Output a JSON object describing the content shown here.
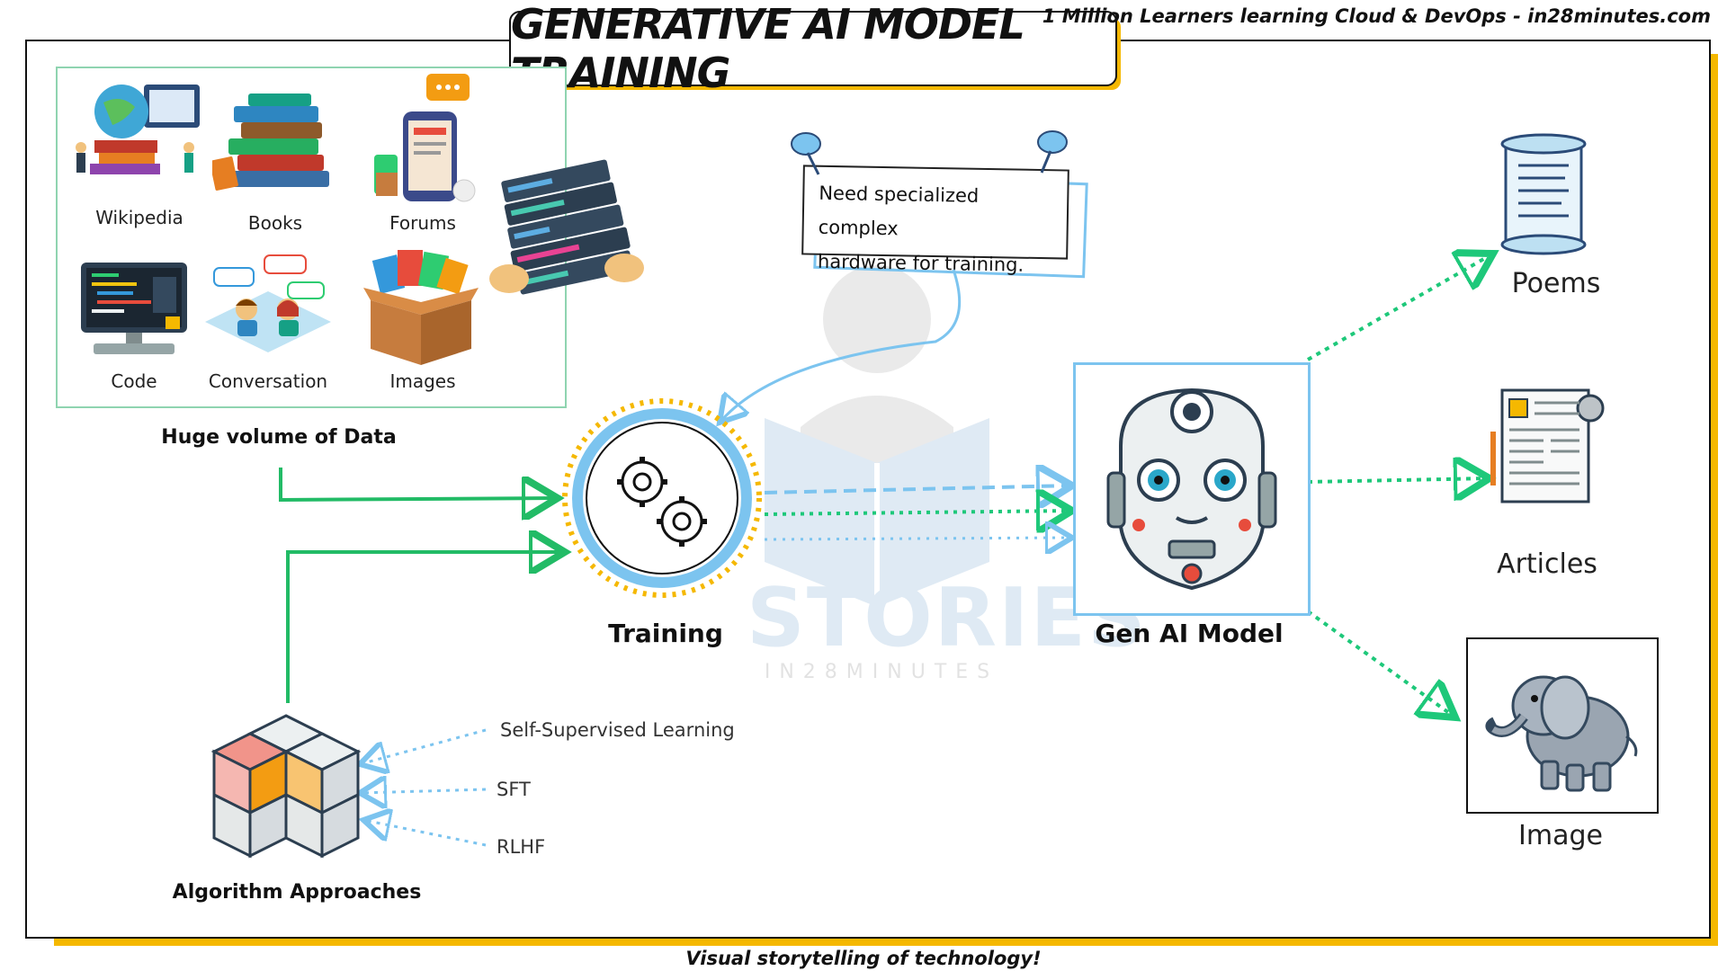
{
  "header": {
    "title": "GENERATIVE AI MODEL TRAINING",
    "tagline": "1 Million Learners learning Cloud & DevOps - in28minutes.com"
  },
  "footer": {
    "text": "Visual storytelling of technology!"
  },
  "data_sources": {
    "items": [
      {
        "label": "Wikipedia",
        "icon": "globe-books-icon"
      },
      {
        "label": "Books",
        "icon": "books-stack-icon"
      },
      {
        "label": "Forums",
        "icon": "phone-forum-icon"
      },
      {
        "label": "Code",
        "icon": "computer-code-icon"
      },
      {
        "label": "Conversation",
        "icon": "chat-people-icon"
      },
      {
        "label": "Images",
        "icon": "box-of-images-icon"
      }
    ],
    "caption": "Huge volume of Data"
  },
  "hardware_note": {
    "text_line1": "Need specialized complex",
    "text_line2": "hardware for training."
  },
  "training": {
    "label": "Training"
  },
  "model": {
    "label": "Gen AI Model"
  },
  "outputs": [
    {
      "label": "Poems",
      "icon": "scroll-icon"
    },
    {
      "label": "Articles",
      "icon": "newspaper-icon"
    },
    {
      "label": "Image",
      "icon": "elephant-icon"
    }
  ],
  "algorithms": {
    "caption": "Algorithm Approaches",
    "items": [
      "Self-Supervised Learning",
      "SFT",
      "RLHF"
    ]
  },
  "watermark": {
    "line1": "STORIES",
    "line2": "IN28MINUTES"
  },
  "colors": {
    "accent_yellow": "#f5b800",
    "green_arrow": "#22bb66",
    "blue_line": "#7cc4ef",
    "dotted_green": "#1ec87a"
  }
}
